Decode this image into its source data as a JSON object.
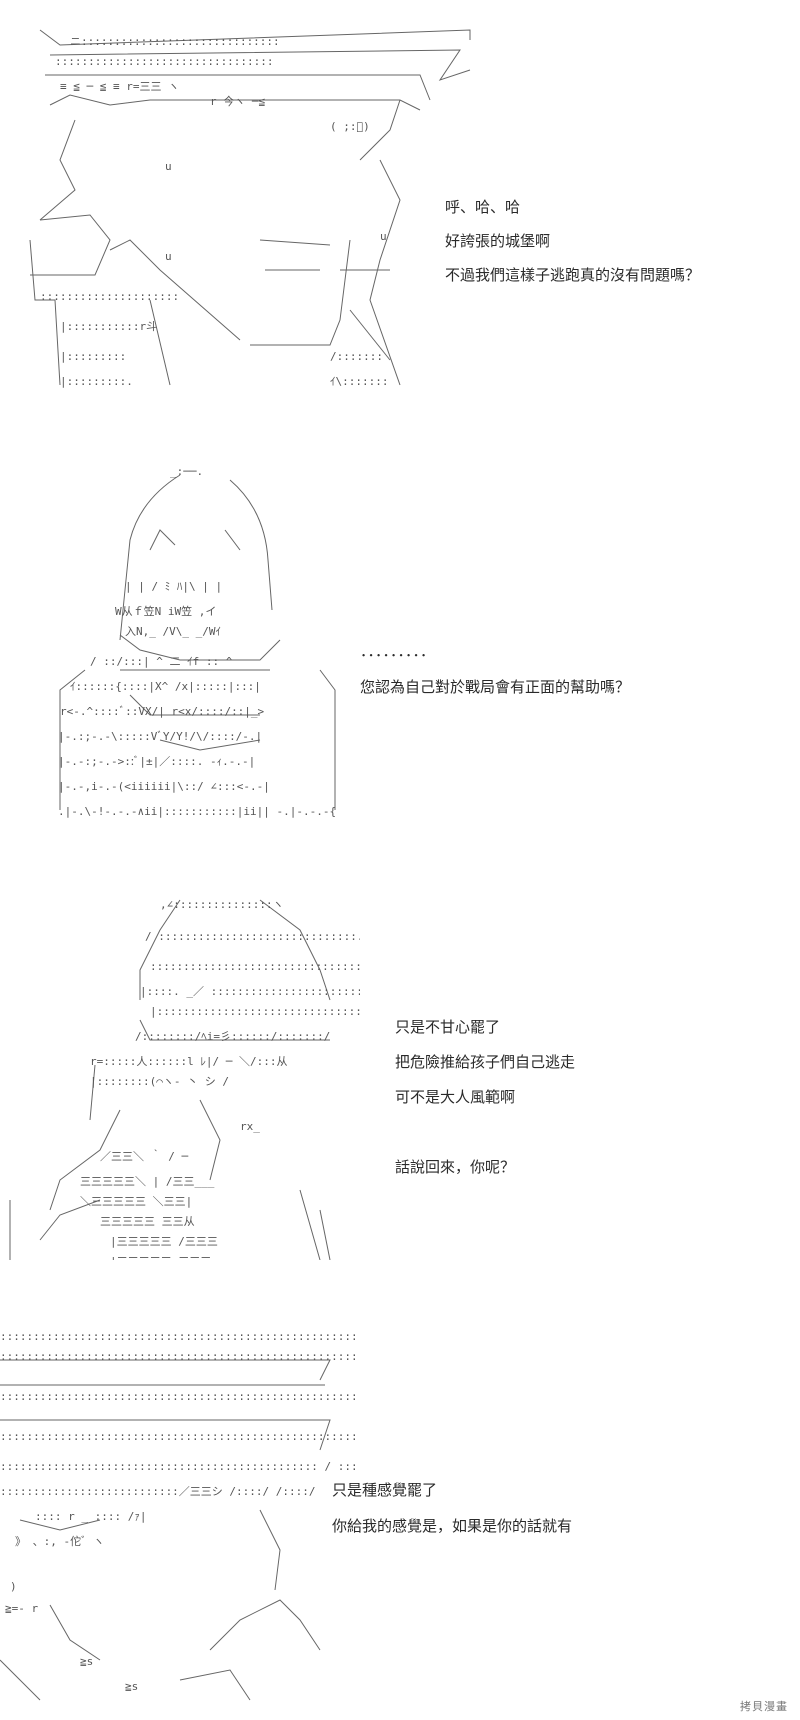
{
  "panels": [
    {
      "lines": [
        "呼、哈、哈",
        "好誇張的城堡啊",
        "不過我們這樣子逃跑真的沒有問題嗎？"
      ]
    },
    {
      "lines": [
        "．．．．．．．．．",
        "您認為自己對於戰局會有正面的幫助嗎？"
      ]
    },
    {
      "lines": [
        "只是不甘心罷了",
        "把危險推給孩子們自己逃走",
        "可不是大人風範啊",
        "",
        "話說回來，你呢？"
      ]
    },
    {
      "lines": [
        "只是種感覺罷了",
        "你給我的感覺是，如果是你的話就有"
      ]
    }
  ],
  "watermark": "拷貝漫畫"
}
